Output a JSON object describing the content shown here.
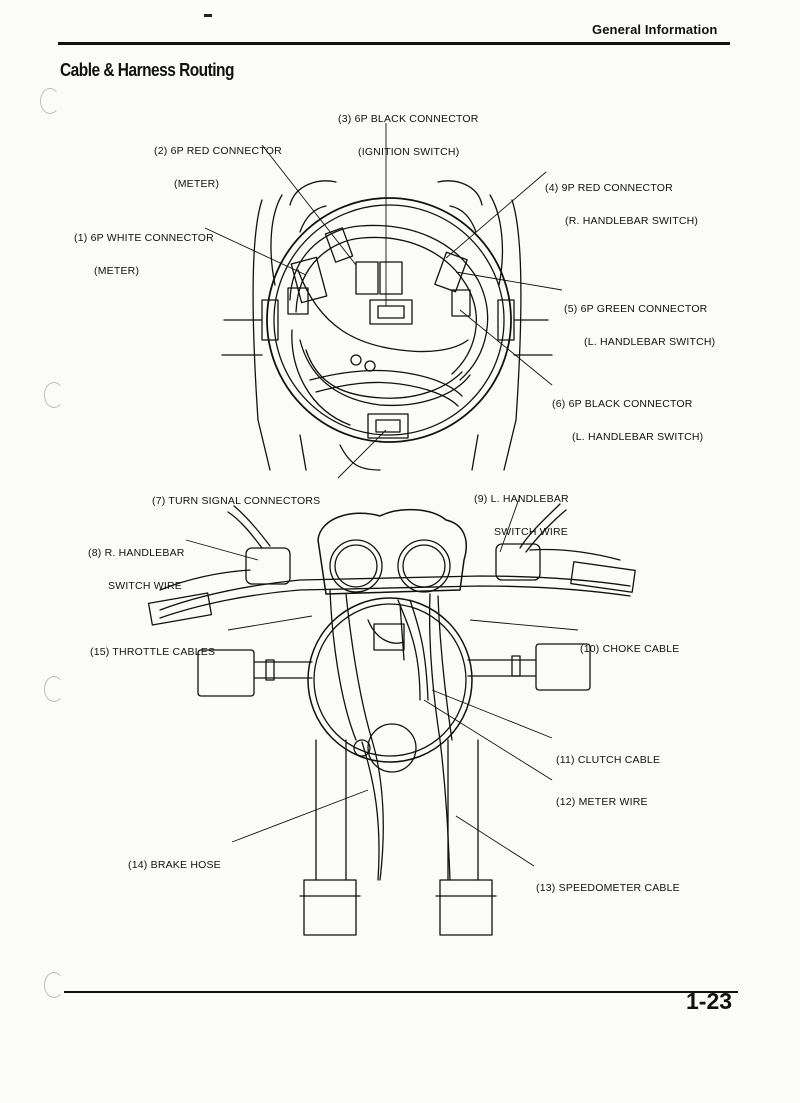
{
  "header": {
    "title": "General Information"
  },
  "section": {
    "title": "Cable & Harness Routing"
  },
  "footer": {
    "page_number": "1-23"
  },
  "labels": {
    "l1": {
      "num": "(1)",
      "line1": "6P WHITE CONNECTOR",
      "line2": "(METER)"
    },
    "l2": {
      "num": "(2)",
      "line1": "6P RED CONNECTOR",
      "line2": "(METER)"
    },
    "l3": {
      "num": "(3)",
      "line1": "6P BLACK CONNECTOR",
      "line2": "(IGNITION SWITCH)"
    },
    "l4": {
      "num": "(4)",
      "line1": "9P RED CONNECTOR",
      "line2": "(R. HANDLEBAR SWITCH)"
    },
    "l5": {
      "num": "(5)",
      "line1": "6P GREEN CONNECTOR",
      "line2": "(L. HANDLEBAR SWITCH)"
    },
    "l6": {
      "num": "(6)",
      "line1": "6P BLACK CONNECTOR",
      "line2": "(L. HANDLEBAR SWITCH)"
    },
    "l7": {
      "num": "(7)",
      "line1": "TURN SIGNAL CONNECTORS"
    },
    "l8": {
      "num": "(8)",
      "line1": "R. HANDLEBAR",
      "line2": "SWITCH WIRE"
    },
    "l9": {
      "num": "(9)",
      "line1": "L. HANDLEBAR",
      "line2": "SWITCH WIRE"
    },
    "l10": {
      "num": "(10)",
      "line1": "CHOKE CABLE"
    },
    "l11": {
      "num": "(11)",
      "line1": "CLUTCH CABLE"
    },
    "l12": {
      "num": "(12)",
      "line1": "METER WIRE"
    },
    "l13": {
      "num": "(13)",
      "line1": "SPEEDOMETER CABLE"
    },
    "l14": {
      "num": "(14)",
      "line1": "BRAKE HOSE"
    },
    "l15": {
      "num": "(15)",
      "line1": "THROTTLE CABLES"
    }
  },
  "colors": {
    "ink": "#111111",
    "paper": "#fbfbf9"
  }
}
